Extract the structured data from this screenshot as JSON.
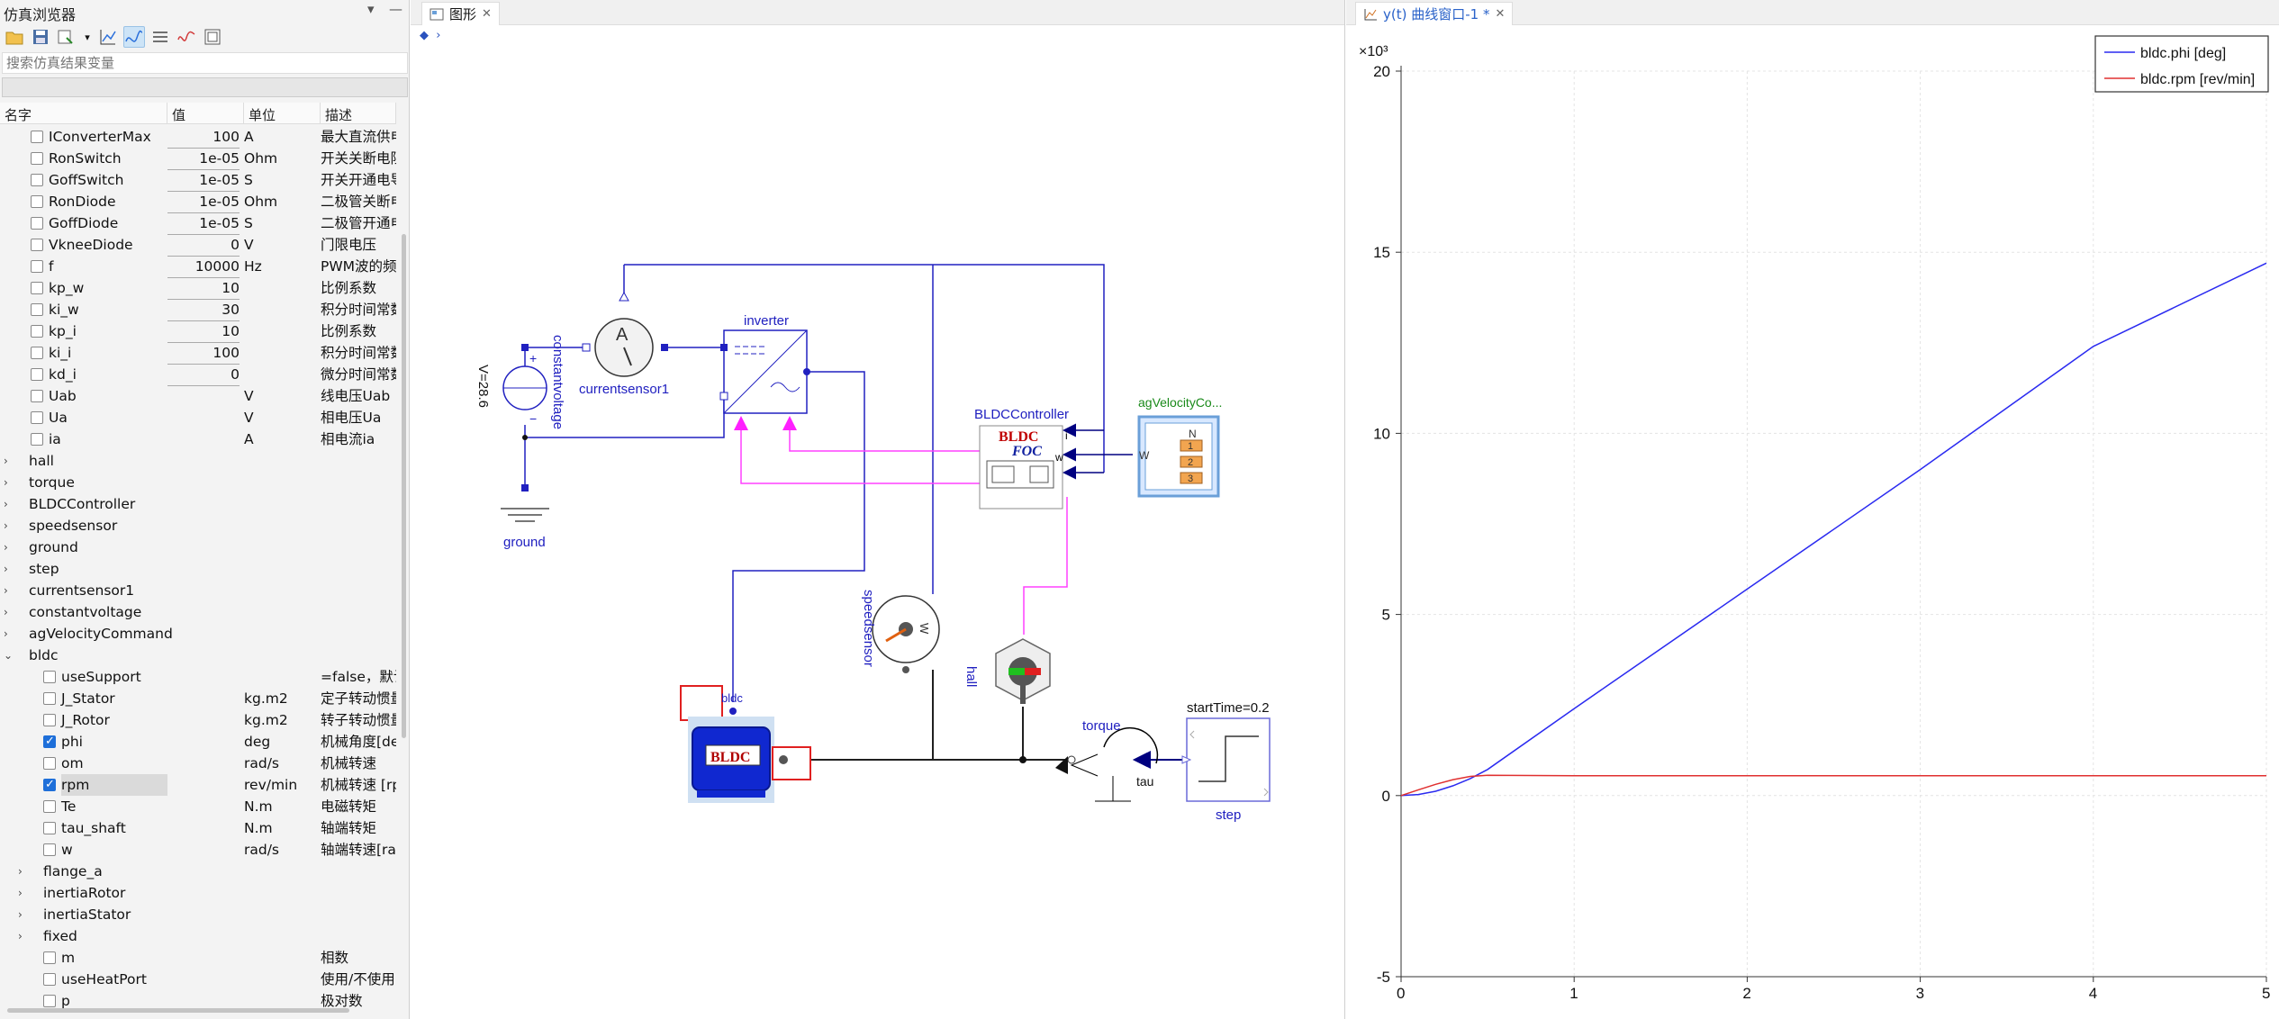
{
  "browser": {
    "title": "仿真浏览器",
    "search_placeholder": "搜索仿真结果变量",
    "columns": [
      "名字",
      "值",
      "单位",
      "描述"
    ],
    "rows": [
      {
        "t": "c",
        "lv": 1,
        "name": "IConverterMax",
        "value": "100",
        "unit": "A",
        "desc": "最大直流供电"
      },
      {
        "t": "c",
        "lv": 1,
        "name": "RonSwitch",
        "value": "1e-05",
        "unit": "Ohm",
        "desc": "开关关断电阻"
      },
      {
        "t": "c",
        "lv": 1,
        "name": "GoffSwitch",
        "value": "1e-05",
        "unit": "S",
        "desc": "开关开通电导"
      },
      {
        "t": "c",
        "lv": 1,
        "name": "RonDiode",
        "value": "1e-05",
        "unit": "Ohm",
        "desc": "二极管关断电"
      },
      {
        "t": "c",
        "lv": 1,
        "name": "GoffDiode",
        "value": "1e-05",
        "unit": "S",
        "desc": "二极管开通电"
      },
      {
        "t": "c",
        "lv": 1,
        "name": "VkneeDiode",
        "value": "0",
        "unit": "V",
        "desc": "门限电压"
      },
      {
        "t": "c",
        "lv": 1,
        "name": "f",
        "value": "10000",
        "unit": "Hz",
        "desc": "PWM波的频率"
      },
      {
        "t": "c",
        "lv": 1,
        "name": "kp_w",
        "value": "10",
        "unit": "",
        "desc": "比例系数"
      },
      {
        "t": "c",
        "lv": 1,
        "name": "ki_w",
        "value": "30",
        "unit": "",
        "desc": "积分时间常数"
      },
      {
        "t": "c",
        "lv": 1,
        "name": "kp_i",
        "value": "10",
        "unit": "",
        "desc": "比例系数"
      },
      {
        "t": "c",
        "lv": 1,
        "name": "ki_i",
        "value": "100",
        "unit": "",
        "desc": "积分时间常数"
      },
      {
        "t": "c",
        "lv": 1,
        "name": "kd_i",
        "value": "0",
        "unit": "",
        "desc": "微分时间常数"
      },
      {
        "t": "c",
        "lv": 1,
        "name": "Uab",
        "value": "",
        "unit": "V",
        "desc": "线电压Uab"
      },
      {
        "t": "c",
        "lv": 1,
        "name": "Ua",
        "value": "",
        "unit": "V",
        "desc": "相电压Ua"
      },
      {
        "t": "c",
        "lv": 1,
        "name": "ia",
        "value": "",
        "unit": "A",
        "desc": "相电流ia"
      },
      {
        "t": "g",
        "lv": 0,
        "name": "hall",
        "exp": "›"
      },
      {
        "t": "g",
        "lv": 0,
        "name": "torque",
        "exp": "›"
      },
      {
        "t": "g",
        "lv": 0,
        "name": "BLDCController",
        "exp": "›"
      },
      {
        "t": "g",
        "lv": 0,
        "name": "speedsensor",
        "exp": "›"
      },
      {
        "t": "g",
        "lv": 0,
        "name": "ground",
        "exp": "›"
      },
      {
        "t": "g",
        "lv": 0,
        "name": "step",
        "exp": "›"
      },
      {
        "t": "g",
        "lv": 0,
        "name": "currentsensor1",
        "exp": "›"
      },
      {
        "t": "g",
        "lv": 0,
        "name": "constantvoltage",
        "exp": "›"
      },
      {
        "t": "g",
        "lv": 0,
        "name": "agVelocityCommand",
        "exp": "›"
      },
      {
        "t": "g",
        "lv": 0,
        "name": "bldc",
        "exp": "⌄"
      },
      {
        "t": "c",
        "lv": 2,
        "name": "useSupport",
        "value": "",
        "unit": "",
        "desc": "=false，默认"
      },
      {
        "t": "c",
        "lv": 2,
        "name": "J_Stator",
        "value": "",
        "unit": "kg.m2",
        "desc": "定子转动惯量"
      },
      {
        "t": "c",
        "lv": 2,
        "name": "J_Rotor",
        "value": "",
        "unit": "kg.m2",
        "desc": "转子转动惯量"
      },
      {
        "t": "c",
        "lv": 2,
        "name": "phi",
        "value": "",
        "unit": "deg",
        "desc": "机械角度[deg]",
        "on": true
      },
      {
        "t": "c",
        "lv": 2,
        "name": "om",
        "value": "",
        "unit": "rad/s",
        "desc": "机械转速"
      },
      {
        "t": "c",
        "lv": 2,
        "name": "rpm",
        "value": "",
        "unit": "rev/min",
        "desc": "机械转速 [rpm]",
        "on": true,
        "hl": true
      },
      {
        "t": "c",
        "lv": 2,
        "name": "Te",
        "value": "",
        "unit": "N.m",
        "desc": "电磁转矩"
      },
      {
        "t": "c",
        "lv": 2,
        "name": "tau_shaft",
        "value": "",
        "unit": "N.m",
        "desc": "轴端转矩"
      },
      {
        "t": "c",
        "lv": 2,
        "name": "w",
        "value": "",
        "unit": "rad/s",
        "desc": "轴端转速[rad/s]"
      },
      {
        "t": "g",
        "lv": 1,
        "name": "flange_a",
        "exp": "›"
      },
      {
        "t": "g",
        "lv": 1,
        "name": "inertiaRotor",
        "exp": "›"
      },
      {
        "t": "g",
        "lv": 1,
        "name": "inertiaStator",
        "exp": "›"
      },
      {
        "t": "g",
        "lv": 1,
        "name": "fixed",
        "exp": "›"
      },
      {
        "t": "c",
        "lv": 2,
        "name": "m",
        "value": "",
        "unit": "",
        "desc": "相数"
      },
      {
        "t": "c",
        "lv": 2,
        "name": "useHeatPort",
        "value": "",
        "unit": "",
        "desc": "使用/不使用"
      },
      {
        "t": "c",
        "lv": 2,
        "name": "p",
        "value": "",
        "unit": "",
        "desc": "极对数"
      }
    ]
  },
  "diagram": {
    "tab_label": "图形",
    "labels": {
      "inverter": "inverter",
      "currentsensor": "currentsensor1",
      "ammeter": "A",
      "constantvoltage": "constantvoltage",
      "voltage": "V=28.6",
      "ground": "ground",
      "controller": "BLDCController",
      "ctrl_bldc": "BLDC",
      "ctrl_foc": "FOC",
      "agvel": "agVelocityCo...",
      "agvel_n": "N",
      "agvel_1": "1",
      "agvel_2": "2",
      "agvel_3": "3",
      "port_w": "W",
      "port_i": "i",
      "port_w2": "w",
      "speedsensor": "speedsensor",
      "speed_w": "W",
      "hall": "hall",
      "bldc": "bldc",
      "motor": "BLDC",
      "torque": "torque",
      "tau": "tau",
      "starttime": "startTime=0.2",
      "step": "step"
    }
  },
  "plot": {
    "tab_label": "y(t) 曲线窗口-1 *",
    "multiplier": "×10³",
    "legend": [
      "bldc.phi [deg]",
      "bldc.rpm [rev/min]"
    ],
    "colors": {
      "phi": "#2a2af0",
      "rpm": "#e03030"
    }
  },
  "chart_data": {
    "type": "line",
    "xlim": [
      0,
      5
    ],
    "ylim": [
      -5,
      20
    ],
    "y_scale_note": "×10³",
    "xticks": [
      0,
      1,
      2,
      3,
      4,
      5
    ],
    "yticks": [
      -5,
      0,
      5,
      10,
      15,
      20
    ],
    "grid": true,
    "legend_position": "top-right",
    "series": [
      {
        "name": "bldc.phi [deg]",
        "x": [
          0,
          0.1,
          0.2,
          0.3,
          0.4,
          0.5,
          1,
          2,
          3,
          4,
          5
        ],
        "y": [
          0,
          0.03,
          0.12,
          0.27,
          0.47,
          0.72,
          2.4,
          5.7,
          9.0,
          12.4,
          14.7
        ]
      },
      {
        "name": "bldc.rpm [rev/min]",
        "x": [
          0,
          0.1,
          0.2,
          0.3,
          0.4,
          0.5,
          1,
          2,
          3,
          4,
          5
        ],
        "y": [
          0,
          0.16,
          0.31,
          0.44,
          0.53,
          0.56,
          0.55,
          0.55,
          0.55,
          0.55,
          0.55
        ]
      }
    ]
  }
}
